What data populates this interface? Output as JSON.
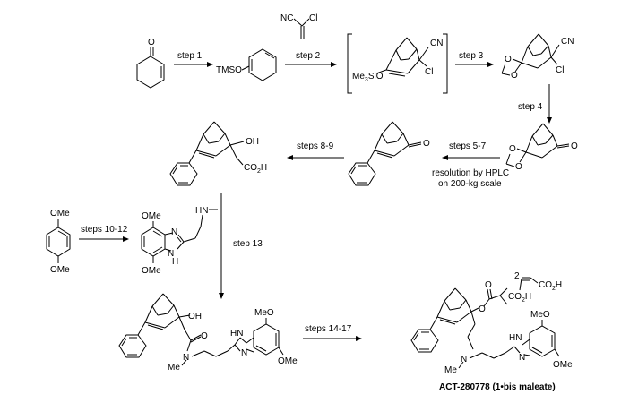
{
  "steps": {
    "s1": "step 1",
    "s2": "step 2",
    "s3": "step 3",
    "s4": "step 4",
    "s57": "steps 5-7",
    "s89": "steps 8-9",
    "s1012": "steps 10-12",
    "s13": "step 13",
    "s1417": "steps 14-17",
    "resolution_line1": "resolution by HPLC",
    "resolution_line2": "on 200-kg scale"
  },
  "labels": {
    "O": "O",
    "TMSO": "TMSO",
    "NC": "NC",
    "Cl": "Cl",
    "CN": "CN",
    "Me3SiO_me": "Me",
    "Me3SiO_sub": "3",
    "Me3SiO_rest": "SiO",
    "OH": "OH",
    "CO2H_pre": "CO",
    "CO2H_sub": "2",
    "CO2H_post": "H",
    "OMe": "OMe",
    "MeO": "MeO",
    "HN": "HN",
    "H": "H",
    "N": "N",
    "Me": "Me",
    "two": "2"
  },
  "product": {
    "name": "ACT-280778 (1•bis maleate)"
  }
}
